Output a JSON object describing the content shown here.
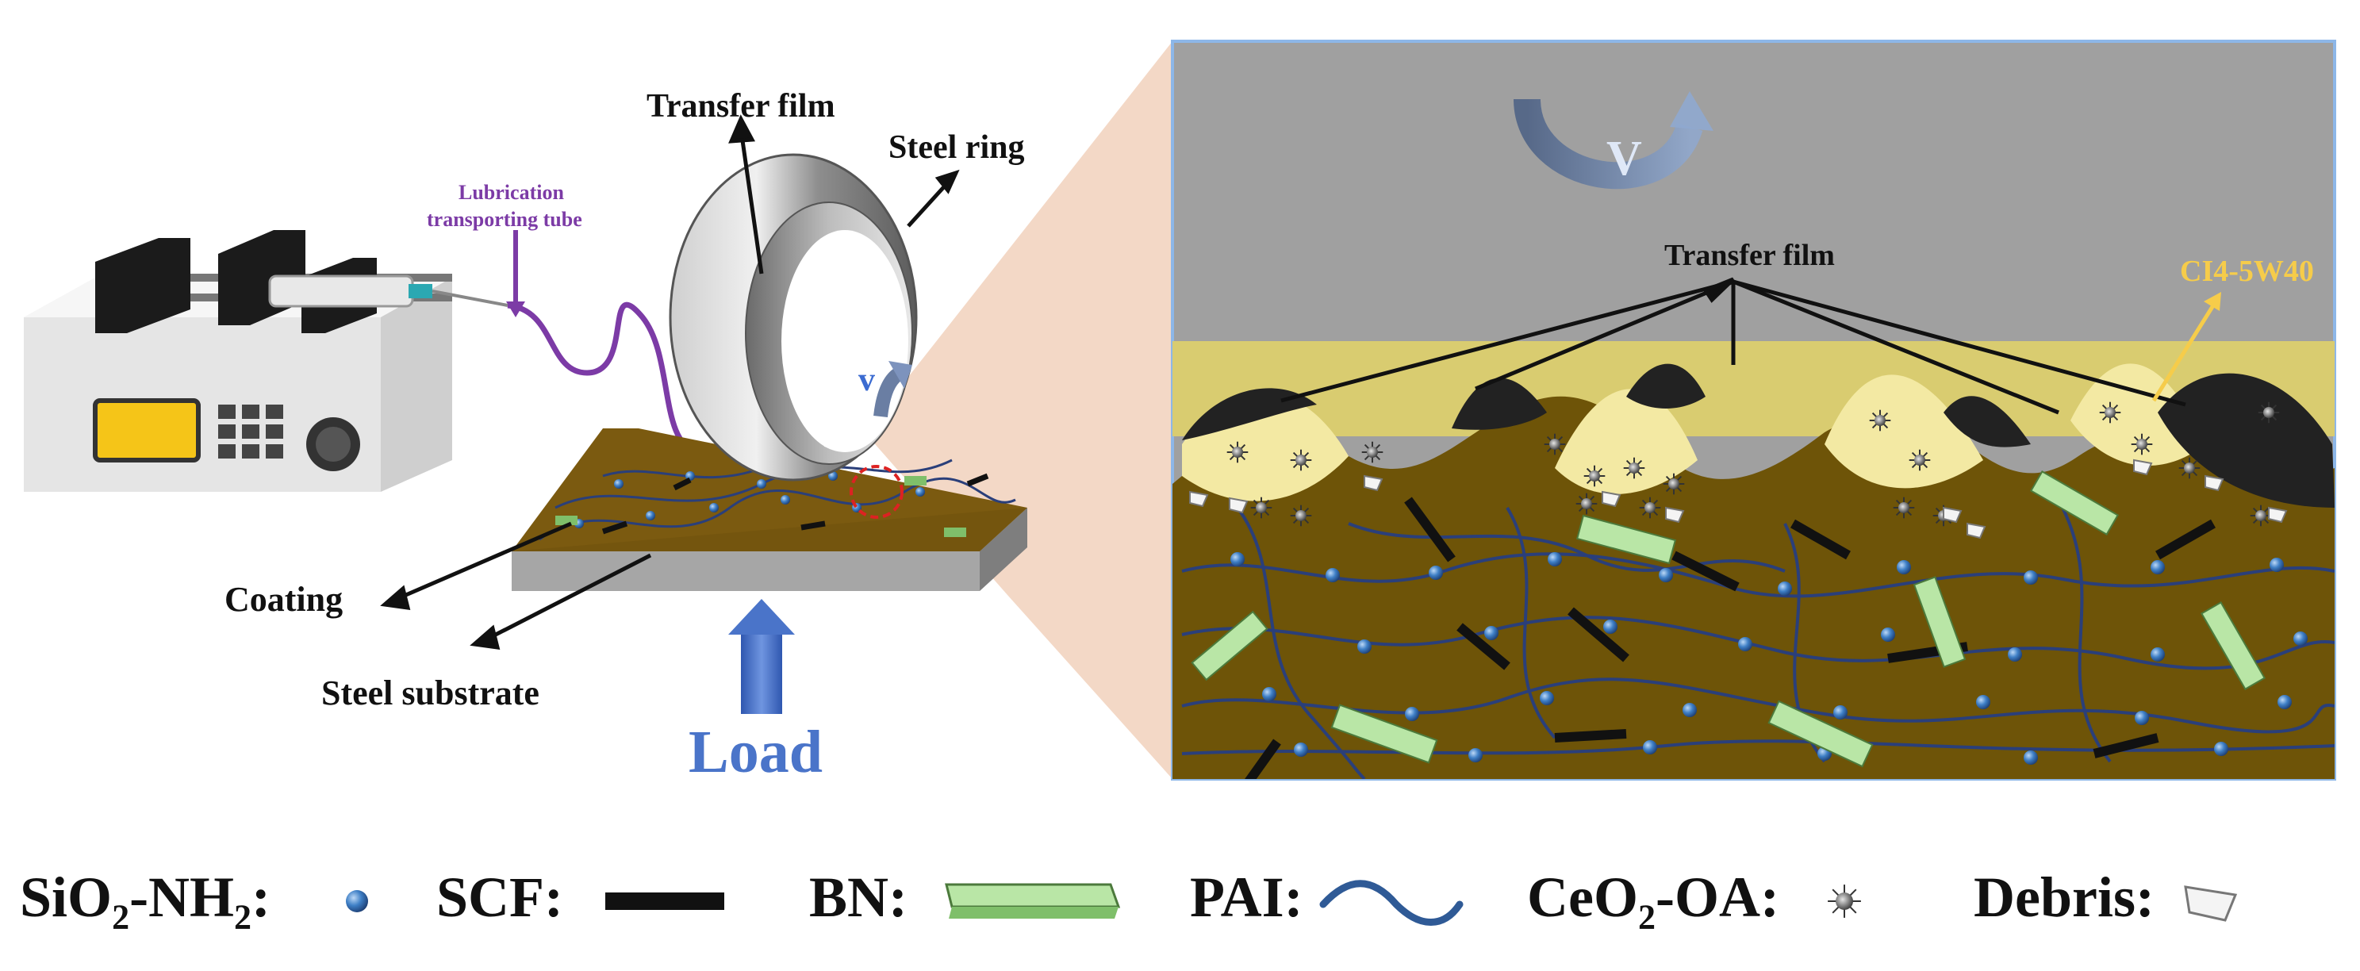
{
  "labels": {
    "transfer_film": "Transfer film",
    "steel_ring": "Steel ring",
    "lubrication_line1": "Lubrication",
    "lubrication_line2": "transporting tube",
    "coating": "Coating",
    "steel_substrate": "Steel substrate",
    "load": "Load",
    "v_small": "v",
    "v_big": "V",
    "transfer_film_zoom": "Transfer film",
    "ci4": "CI4-5W40"
  },
  "legend": [
    {
      "key": "sio2",
      "pre": "SiO",
      "sub": "2",
      "post": "-NH",
      "sub2": "2",
      "colon": ":"
    },
    {
      "key": "scf",
      "pre": "SCF",
      "colon": ":"
    },
    {
      "key": "bn",
      "pre": "BN",
      "colon": ":"
    },
    {
      "key": "pai",
      "pre": "PAI",
      "colon": ":"
    },
    {
      "key": "ceo2",
      "pre": "CeO",
      "sub": "2",
      "post": "-OA",
      "colon": ":"
    },
    {
      "key": "debris",
      "pre": "Debris",
      "colon": ":"
    }
  ],
  "colors": {
    "coating_brown": "#6e5408",
    "yellow_oil": "#f3e9a3",
    "steel_gray": "#9f9f9f",
    "zoom_bg": "#f3d8c6",
    "pai_blue": "#2a3f7a",
    "bn_green": "#b9e6a6",
    "load_blue": "#4a74c9",
    "purple_tube": "#7c3ba6",
    "ci4_yellow": "#f6cc4a"
  }
}
